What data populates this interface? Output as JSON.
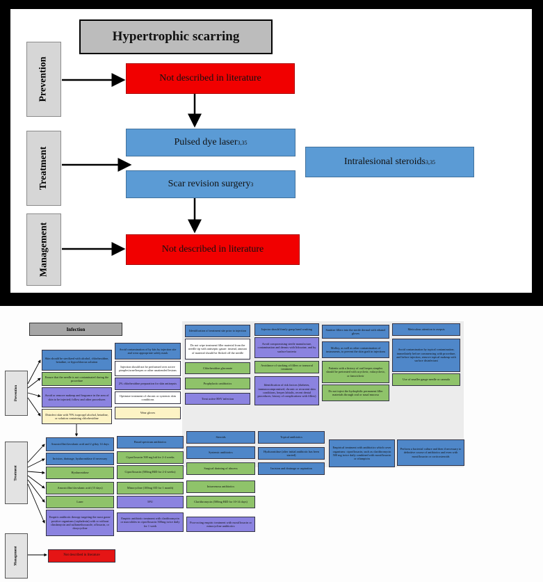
{
  "top": {
    "title": "Hypertrophic scarring",
    "stages": [
      "Prevention",
      "Treatment",
      "Management"
    ],
    "prevention_box": "Not described in literature",
    "treatment_1": "Pulsed dye laser",
    "treatment_1_ref": "3,35",
    "treatment_2": "Scar revision surgery",
    "treatment_2_ref": "3",
    "treatment_side": "Intralesional steroids",
    "treatment_side_ref": "3,35",
    "management_box": "Not described in literature"
  },
  "bottom": {
    "title": "Infection",
    "stages": [
      "Prevention",
      "Treatment",
      "Management"
    ],
    "prevention": {
      "col1": [
        "Skin should be sterilized with alcohol, chlorhexidine, betadine, or hypochlorous solution",
        "Ensure that the needle is not contaminated during the procedure",
        "Avoid or remove makeup and fragrance in the area of skin to be injected; follow and other procedures",
        "Disinfect skin with 70% isopropyl alcohol, betadine, or solution containing chlorhexidine"
      ],
      "col2": [
        "Avoid contamination of hy kits by injection site and wear appropriate safety mask",
        "Injection should not be performed over active pimples/acne/herpes or other unattended lesions",
        "2% chlorhexidine preparation for skin antisepsis",
        "Optimize treatment of chronic or systemic skin conditions",
        "Wear gloves"
      ],
      "col3": [
        "Identification of treatment site prior to injection",
        "Do not wipe treatment filler material from the needle tip with antiseptic gauze: instead, amount of material should be flicked off the needle",
        "Chlorhexidine gluconate",
        "Prophylactic antibiotics",
        "Treat active HSV infection"
      ],
      "col4": [
        "Injector should firmly grasp hand washing",
        "Avoid compromising sterile manufacture, contamination and dermis with lidocaine, and by surface bacteria",
        "Avoidance of stacking of fillers or transoral treatment",
        "Identification of risk factors (diabetes, immunocompromised, chronic or recurrent skin conditions, herpes labialis, recent dental procedures, history of complications with fillers)"
      ],
      "col5": [
        "Sanitize fillers into the sterile dermal with ethanol gloves",
        "Molloy, as well as other contamination of instruments, to prevent the skin graft in injections",
        "Patients with a history of oral herpes simplex should be pretreated with acyclovir, valacyclovir, or famciclovir",
        "Do not inject the hydrophilic permanent filler materials through oral or nasal mucosa"
      ],
      "col6": [
        "Meticulous attention to asepsis",
        "Avoid contamination by topical contamination; immediately before commencing with procedure, and before injection, remove topical makeup with surface disinfectant",
        "Use of smaller gauge needle or cannula"
      ]
    },
    "treatment": {
      "col1": [
        "Amoxicillin/clavulanic acid and 2 g/day 14 days",
        "Incision, drainage, hyaluronidase if necessary",
        "Hyaluronidase",
        "Amoxicillin/clavulanic acid (15 days)",
        "Laser",
        "Empiric antibiotic therapy targeting the most gram-positive organisms (cephalexin) with or without clindamycin and sulfamethoxazole, ofloxacin, or doxycycline"
      ],
      "col2": [
        "Broad spectrum antibiotics",
        "Ciprofloxacin 500 mg bid for 2-4 weeks",
        "Ciprofloxacin (500mg BID for 2-4 weeks)",
        "Minocycline (100mg OD for 1 month)",
        "5FU",
        "Empiric antibiotic treatment with clarithromycin or macrolides in ciprofloxacin 500mg twice daily for 1 week"
      ],
      "col3": [
        "Steroids",
        "Systemic antibiotics",
        "Surgical draining of abscess",
        "Intravenous antibiotics",
        "Clarithromycin (500mg BID for 10-14 days)",
        "Poor-acting empiric treatment with moxifloxacin or minocycline antibiotics"
      ],
      "col4": [
        "Topical antibiotics",
        "Hyaluronidase (after initial antibiotic has been started)",
        "Incision and drainage or aspiration"
      ],
      "col5": [
        "Empirical treatment with antibiotics which cover organisms: ciprofloxacin, such as clarithromycin 500 mg twice daily combined with moxifloxacin or rifampicin"
      ],
      "col6": [
        "Perform a bacterial culture and then if necessary to definitive course of antibiotics and even with moxifloxacin or corticosteroids"
      ]
    },
    "management": {
      "box": "Not described in literature"
    }
  }
}
